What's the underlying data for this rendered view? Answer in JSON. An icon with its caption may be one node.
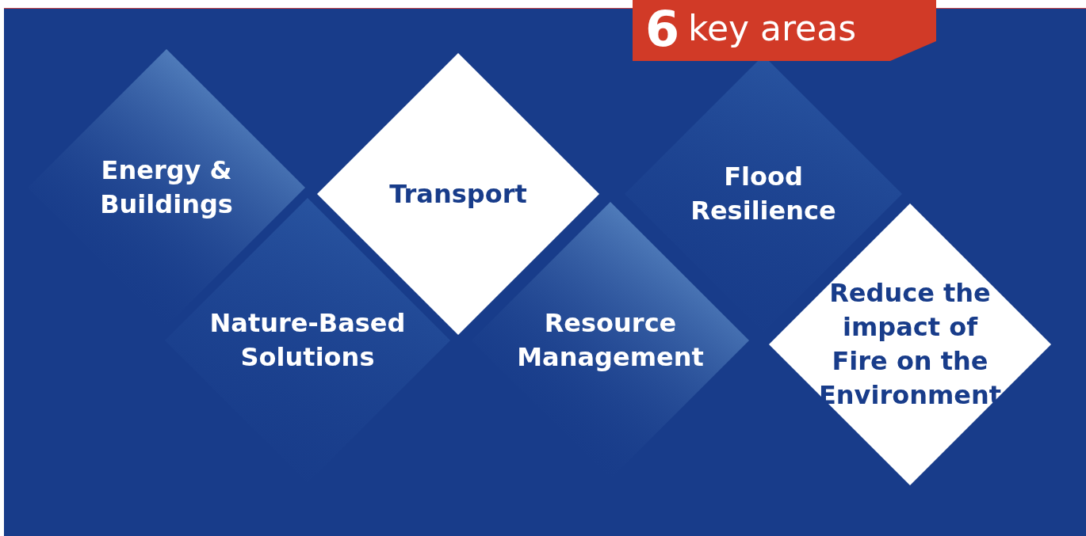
{
  "diagram": {
    "nodes": [
      {
        "text": [
          "Energy & Buildings"
        ]
      },
      {
        "text": [
          "Nature-Based Solutions"
        ]
      },
      {
        "text": [
          "Transport"
        ]
      },
      {
        "text": [
          "Resource Management"
        ]
      },
      {
        "text": [
          "Flood Resilience"
        ]
      },
      {
        "text": [
          "Reduce the impact of Fire on the Environment"
        ]
      }
    ],
    "labels": [
      "6",
      "key areas"
    ]
  }
}
